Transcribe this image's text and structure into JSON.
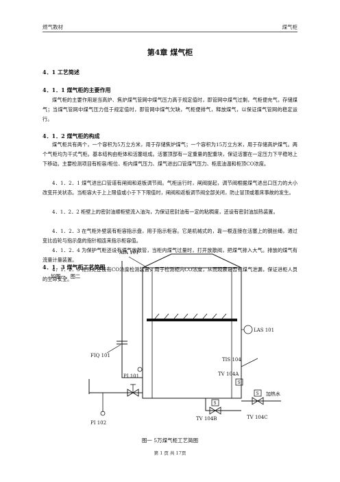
{
  "header": {
    "left": "燃气教材",
    "right": "煤气柜"
  },
  "title": "第4章  煤气柜",
  "s41": "4．1  工艺简述",
  "s411": "4．1．1  煤气柜的主要作用",
  "p411": "煤气柜的主要作用是当高炉、焦炉煤气管网中煤气压力高于规定值时，即管网中煤气过剩，气柜便充气，存储煤气；当煤气管网中煤气压力低于规定值时，即管网中煤气欠缺，气柜便排气，释放煤气，以保证煤气管网的稳定运行。",
  "s412": "4．1．2  煤气柜的构成",
  "p412": "煤气柜共有两个，一个容积为5万立方米，用于存储焦炉煤气；一个容积为15万立方米，用于存储高炉煤气。两个气柜均为干式气柜。基本结构由柜体和活塞组成。活塞顶部有一定重量的配重块，保证活塞在一定压力下平稳地上下移动。主要检测项目有柜容/柜位、柜内煤气压力、煤气进出口管煤气压力、柜底油温和柜顶CO浓度。",
  "p4121": "4．1．2．1  煤气进出口管道有闸阀和返板调节阀。气柜运行时，闸阀提起，调节阀根据煤气进出口压力的大小改变开关状态。当柜容大于上上限值或小于下下限值时，闸阀和返板调节阀全部关闭，防止冒顶或着床事故的发生。",
  "p4122": "4．1．2．2  柜壁上的密封油顺柜壁流入油沟，为保证密封油有一定的粘稠度，还设有密封油加热装置。",
  "p4123": "4．1．2．3  在气柜外壁装有柜容指示盘，用于指示柜容。它是机械式的，靠一根连接在活塞上的钢丝绳，通过变比齿轮与指示盘的指针相连来指示柜容值。",
  "p4124": "4．1．2．4  为保护气柜还设有煤气放散管，当柜内煤气过量时，打开放散阀，把煤气排入大气。排放的煤气有流量计量装置。",
  "p4125": "4．1．2．5  柜顶处还设有CO浓度检测装置，用于检测柜内CO浓度，从而观察是否有煤气泄漏，保证进柜人员的生命安全。",
  "s413": "4．1．3  煤气柜工艺简图",
  "fig_ref": "如图一、图二",
  "diagram": {
    "aia101": "AIA 101",
    "las101": "LAS 101",
    "fiq101": "FIQ 101",
    "pi101": "PI 101",
    "tis104": "TIS 104",
    "tv104a": "TV 104A",
    "heating_water": "加热水",
    "pi102": "PI 102",
    "tv104b": "TV 104B",
    "tv104c": "TV 104C",
    "s": "S"
  },
  "caption": "图一      5万煤气柜工艺简图",
  "footer": "第 1 页 共 17页"
}
